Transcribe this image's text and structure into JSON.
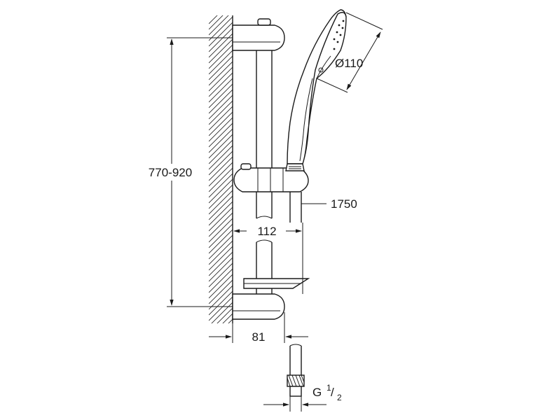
{
  "dimensions": {
    "height_range": "770-920",
    "spray_diameter": "Ø110",
    "hose_length": "1750",
    "wall_to_shower": "112",
    "wall_to_bar": "81",
    "thread_prefix": "G",
    "thread_num": "1",
    "thread_slash": "/",
    "thread_den": "2"
  },
  "colors": {
    "line": "#1a1a1a",
    "background": "#ffffff"
  }
}
